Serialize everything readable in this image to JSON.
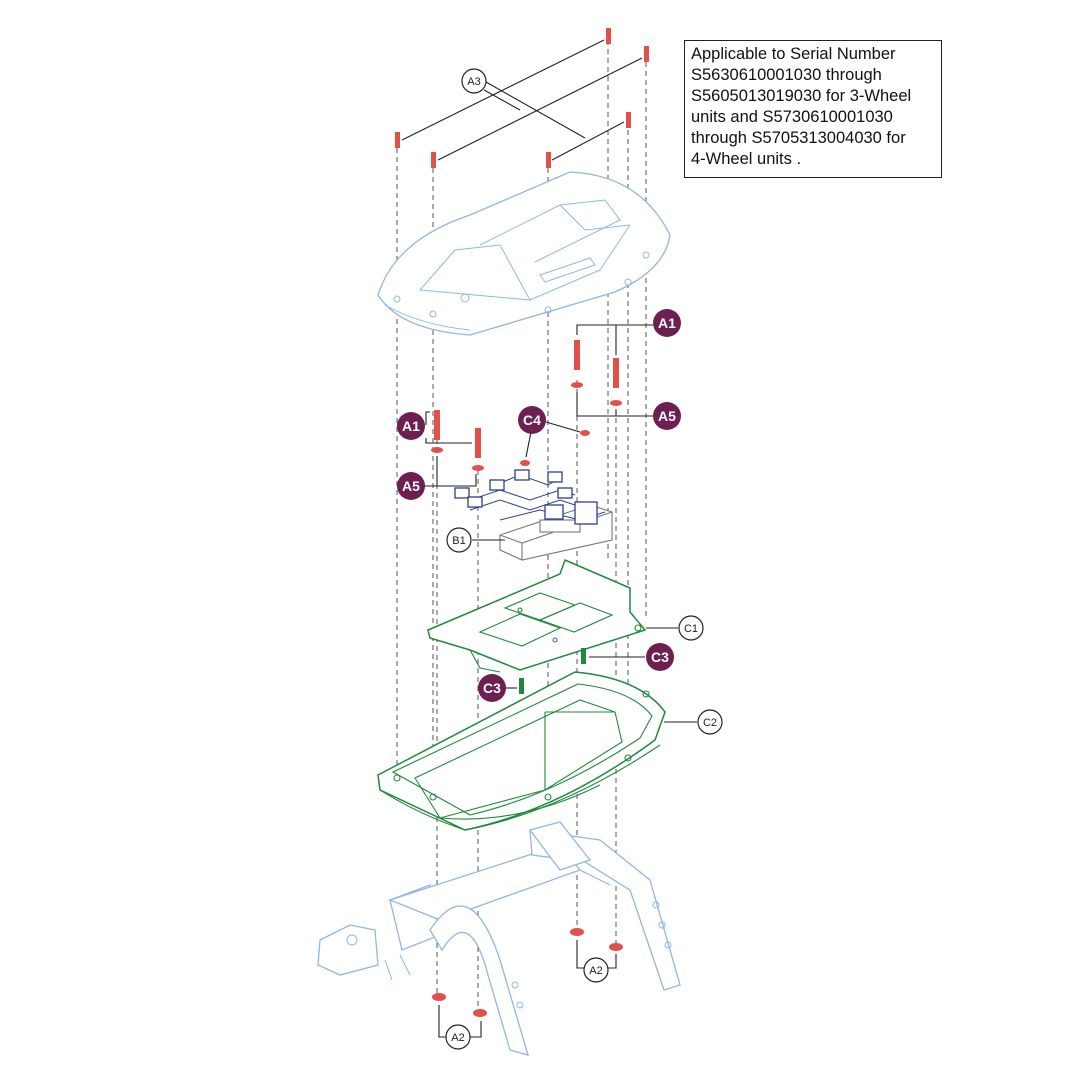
{
  "note": {
    "lines": [
      "Applicable to Serial Number",
      "S5630610001030 through",
      "S5605013019030 for 3-Wheel",
      "units and S5730610001030",
      "through S5705313004030 for",
      "4-Wheel units ."
    ]
  },
  "callouts": {
    "a3": "A3",
    "a1_right": "A1",
    "a5_right": "A5",
    "a1_left": "A1",
    "c4": "C4",
    "a5_left": "A5",
    "b1": "B1",
    "c1": "C1",
    "c3_right": "C3",
    "c3_left": "C3",
    "c2": "C2",
    "a2_right": "A2",
    "a2_left": "A2"
  },
  "colors": {
    "shroud": "#8fb6e4",
    "tray": "#1f8a3c",
    "controller": "#2d3f8f",
    "hardware": "#e2504a",
    "callout_fill": "#6d1f52"
  }
}
